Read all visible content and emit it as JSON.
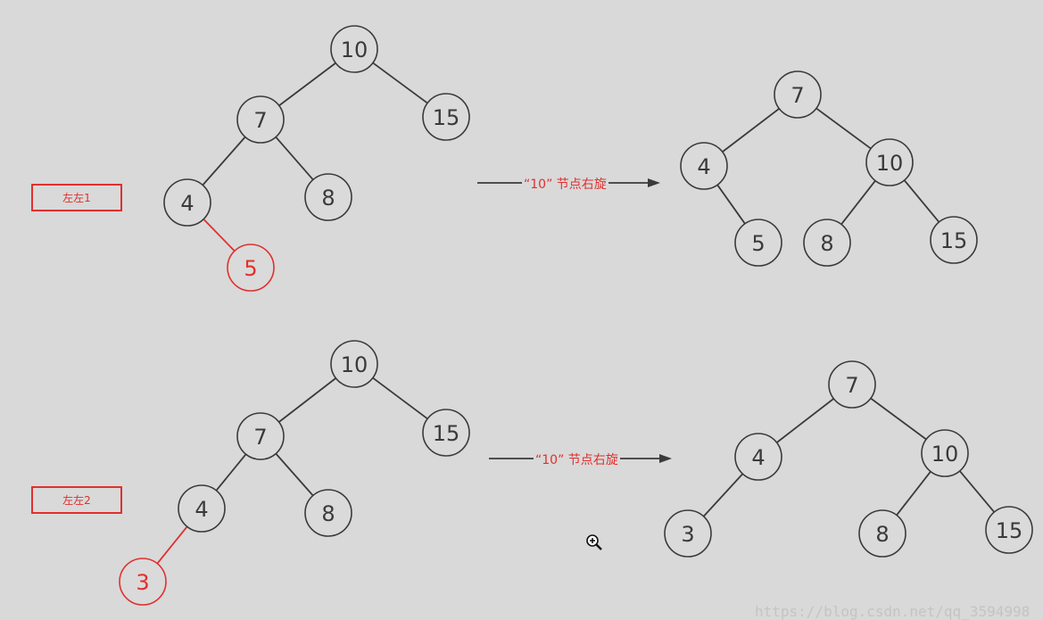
{
  "diagram": {
    "cases": [
      {
        "label": "左左1",
        "operation": "“10” 节点右旋",
        "before": {
          "nodes": [
            {
              "id": "n10",
              "value": "10"
            },
            {
              "id": "n7",
              "value": "7"
            },
            {
              "id": "n15",
              "value": "15"
            },
            {
              "id": "n4",
              "value": "4"
            },
            {
              "id": "n8",
              "value": "8"
            },
            {
              "id": "n5",
              "value": "5",
              "highlight": true
            }
          ],
          "edges": [
            [
              "n10",
              "n7"
            ],
            [
              "n10",
              "n15"
            ],
            [
              "n7",
              "n4"
            ],
            [
              "n7",
              "n8"
            ],
            [
              "n4",
              "n5",
              true
            ]
          ]
        },
        "after": {
          "nodes": [
            {
              "id": "m7",
              "value": "7"
            },
            {
              "id": "m4",
              "value": "4"
            },
            {
              "id": "m10",
              "value": "10"
            },
            {
              "id": "m5",
              "value": "5"
            },
            {
              "id": "m8",
              "value": "8"
            },
            {
              "id": "m15",
              "value": "15"
            }
          ],
          "edges": [
            [
              "m7",
              "m4"
            ],
            [
              "m7",
              "m10"
            ],
            [
              "m4",
              "m5"
            ],
            [
              "m10",
              "m8"
            ],
            [
              "m10",
              "m15"
            ]
          ]
        }
      },
      {
        "label": "左左2",
        "operation": "“10” 节点右旋",
        "before": {
          "nodes": [
            {
              "id": "n10",
              "value": "10"
            },
            {
              "id": "n7",
              "value": "7"
            },
            {
              "id": "n15",
              "value": "15"
            },
            {
              "id": "n4",
              "value": "4"
            },
            {
              "id": "n8",
              "value": "8"
            },
            {
              "id": "n3",
              "value": "3",
              "highlight": true
            }
          ],
          "edges": [
            [
              "n10",
              "n7"
            ],
            [
              "n10",
              "n15"
            ],
            [
              "n7",
              "n4"
            ],
            [
              "n7",
              "n8"
            ],
            [
              "n4",
              "n3",
              true
            ]
          ]
        },
        "after": {
          "nodes": [
            {
              "id": "m7",
              "value": "7"
            },
            {
              "id": "m4",
              "value": "4"
            },
            {
              "id": "m10",
              "value": "10"
            },
            {
              "id": "m3",
              "value": "3"
            },
            {
              "id": "m8",
              "value": "8"
            },
            {
              "id": "m15",
              "value": "15"
            }
          ],
          "edges": [
            [
              "m7",
              "m4"
            ],
            [
              "m7",
              "m10"
            ],
            [
              "m4",
              "m3"
            ],
            [
              "m10",
              "m8"
            ],
            [
              "m10",
              "m15"
            ]
          ]
        }
      }
    ]
  },
  "colors": {
    "background": "#d9d9d9",
    "node_fill": "#dadada",
    "stroke": "#3a3a3a",
    "highlight": "#e0302e"
  },
  "icons": {
    "cursor": "zoom-in-icon"
  },
  "watermark": "https://blog.csdn.net/qq_3594998"
}
